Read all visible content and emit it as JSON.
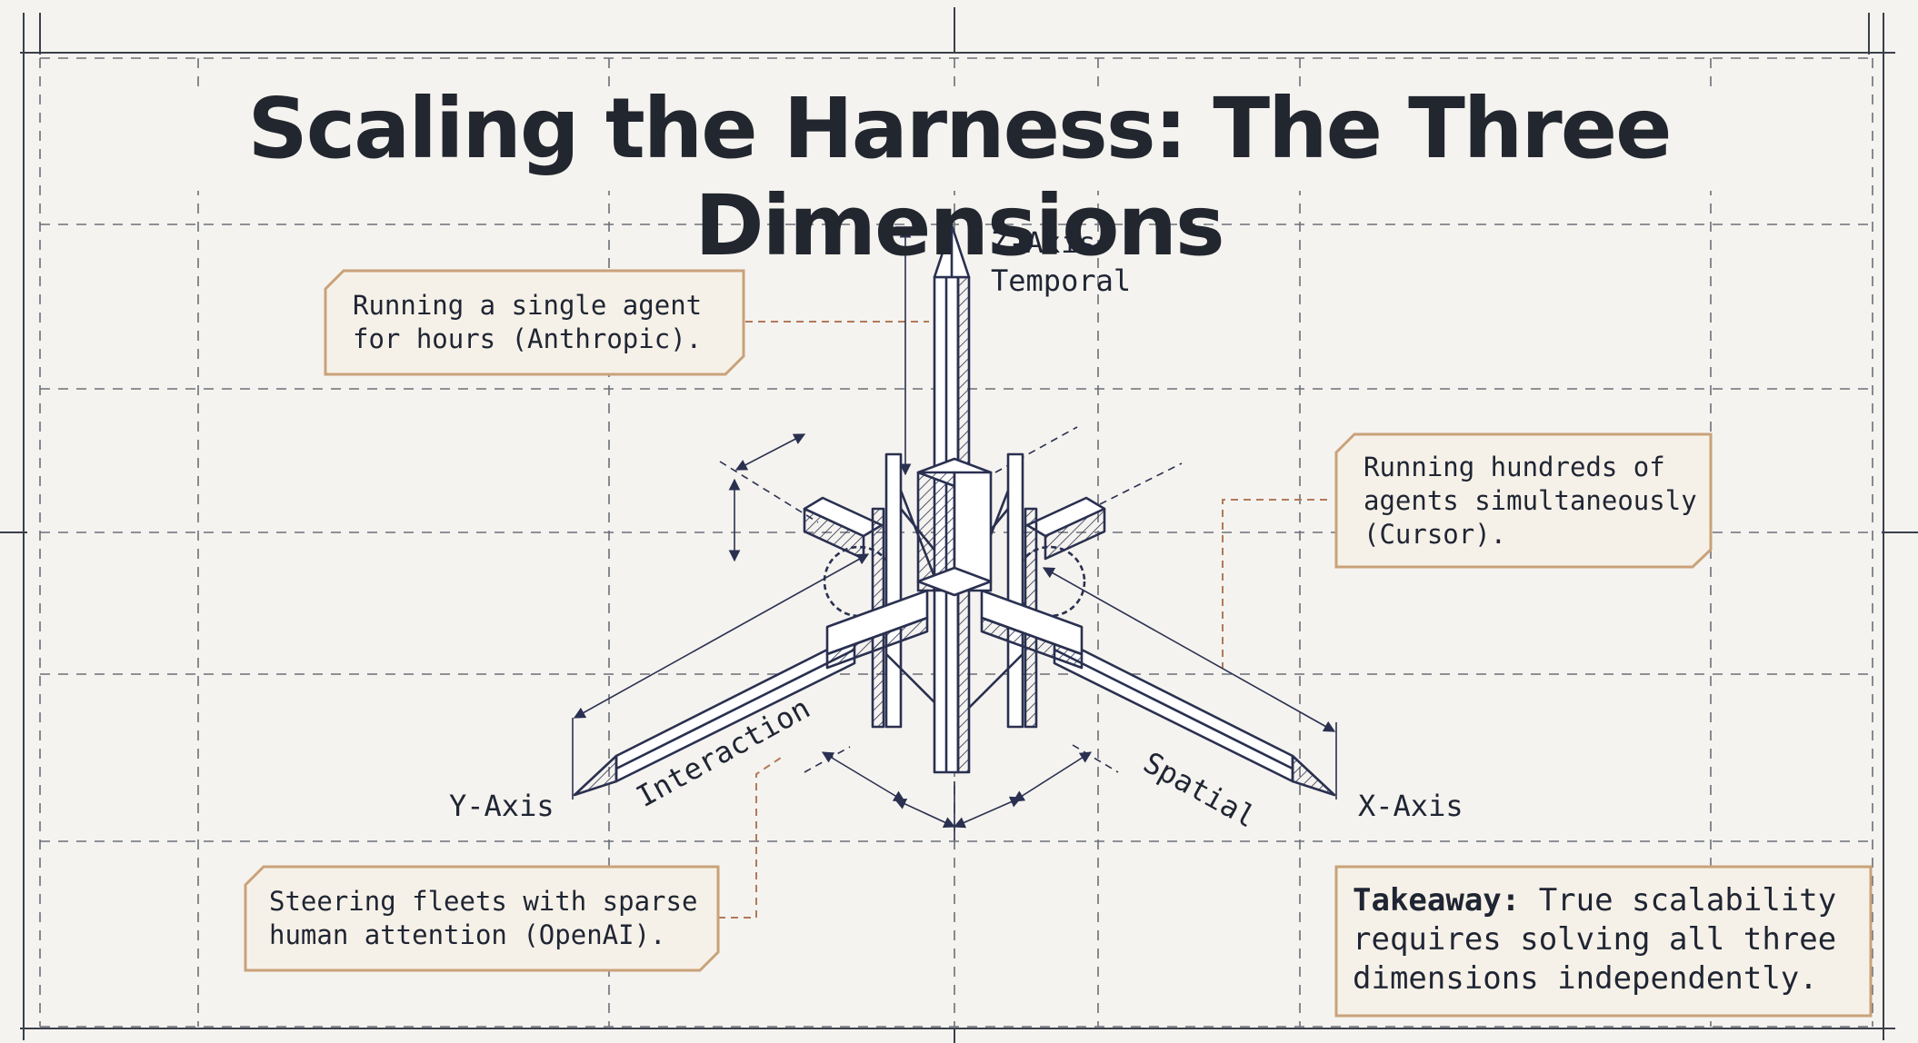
{
  "title": "Scaling the Harness: The Three Dimensions",
  "axes": {
    "z_axis": "Z-Axis",
    "z_dimension": "Temporal",
    "y_axis": "Y-Axis",
    "y_dimension": "Interaction",
    "x_axis": "X-Axis",
    "x_dimension": "Spatial"
  },
  "callouts": {
    "temporal": "Running a single agent\nfor hours (Anthropic).",
    "spatial": "Running hundreds of\nagents simultaneously\n(Cursor).",
    "interaction": "Steering fleets with sparse\nhuman attention (OpenAI)."
  },
  "takeaway": {
    "label": "Takeaway:",
    "text": " True scalability\nrequires solving all three\ndimensions independently."
  },
  "colors": {
    "background": "#f5f3ef",
    "ink": "#2a3050",
    "callout_border": "#c9a27a",
    "leader": "#b07a5a",
    "grid": "#6b6f78"
  }
}
